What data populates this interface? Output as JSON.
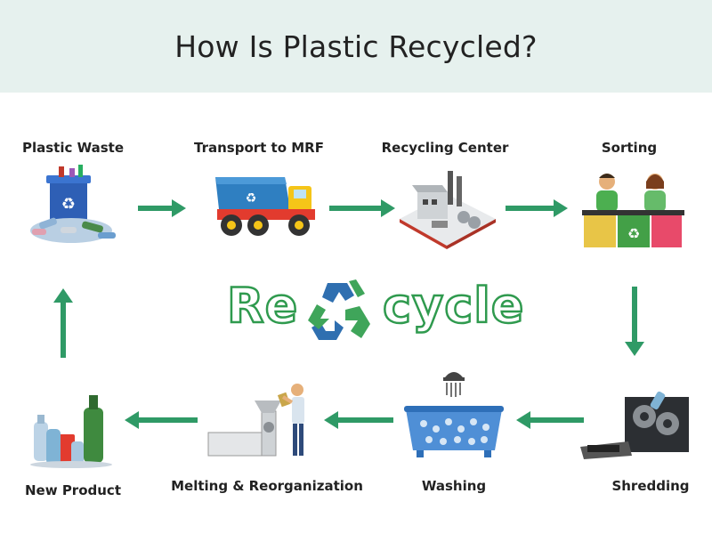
{
  "title": "How Is Plastic Recycled?",
  "center_logo": {
    "left_text": "Re",
    "right_text": "cycle"
  },
  "steps": [
    {
      "label": "Plastic Waste"
    },
    {
      "label": "Transport to  MRF"
    },
    {
      "label": "Recycling Center"
    },
    {
      "label": "Sorting"
    },
    {
      "label": "Shredding"
    },
    {
      "label": "Washing"
    },
    {
      "label": "Melting & Reorganization"
    },
    {
      "label": "New Product"
    }
  ],
  "colors": {
    "header_bg": "#e6f1ee",
    "arrow": "#2f9a66",
    "logo_green": "#2f9a4e",
    "logo_blue": "#2f6fb0"
  }
}
